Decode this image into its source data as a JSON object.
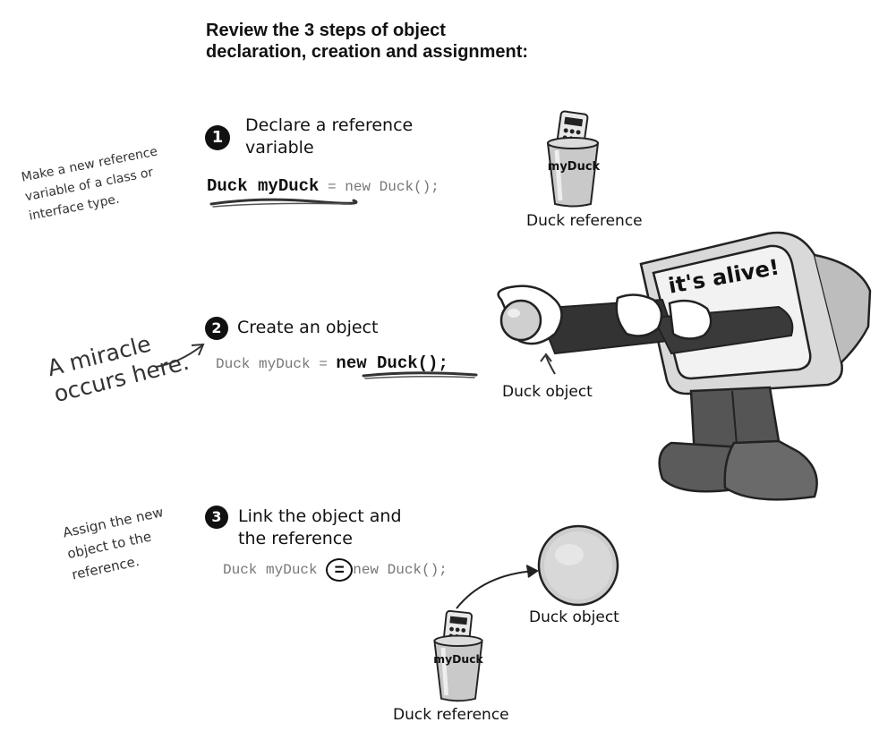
{
  "title": {
    "line1": "Review the 3 steps of object",
    "line2": "declaration, creation and assignment:"
  },
  "step1": {
    "number": "1",
    "heading_line1": "Declare a reference",
    "heading_line2": "variable",
    "code_bold": "Duck myDuck",
    "code_rest": " = new Duck();",
    "note": "Make a new reference\nvariable of a class or\ninterface type.",
    "cup_label": "myDuck",
    "caption": "Duck reference"
  },
  "step2": {
    "number": "2",
    "heading": "Create an object",
    "code_start": "Duck myDuck = ",
    "code_bold": "new Duck()",
    "code_end": ";",
    "note": "A miracle\noccurs here.",
    "caption": "Duck object",
    "screen_text": "it's alive!"
  },
  "step3": {
    "number": "3",
    "heading_line1": "Link the object and",
    "heading_line2": "the reference",
    "code_start": "Duck myDuck ",
    "code_eq": "=",
    "code_end": "new Duck();",
    "note": "Assign the new\nobject to the\nreference.",
    "object_caption": "Duck object",
    "cup_label": "myDuck",
    "ref_caption": "Duck reference"
  }
}
